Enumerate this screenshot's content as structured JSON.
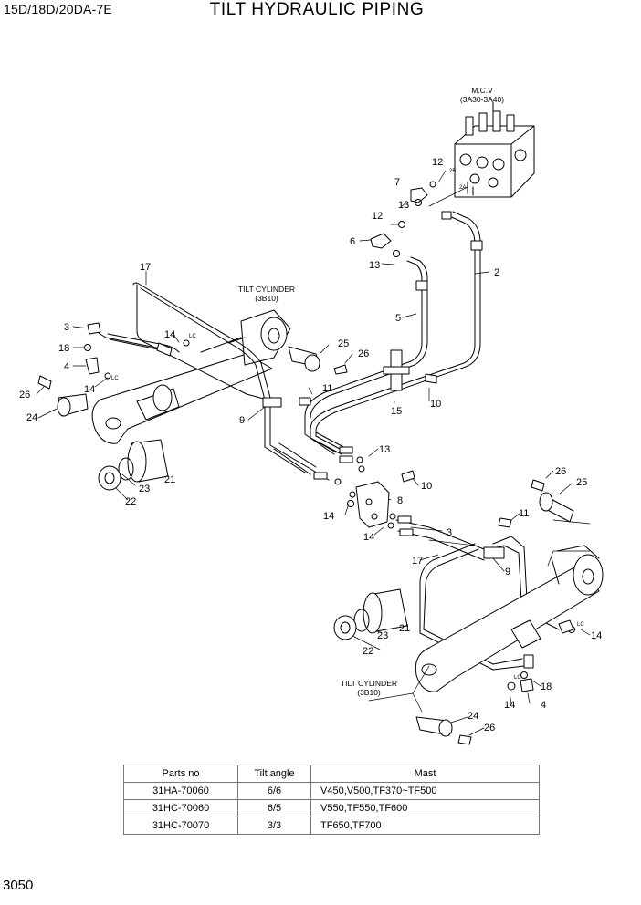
{
  "header": {
    "model": "15D/18D/20DA-7E",
    "title": "TILT HYDRAULIC PIPING"
  },
  "page_number": "3050",
  "labels": {
    "mcv": "M.C.V",
    "mcv_ref": "(3A30-3A40)",
    "tilt_cyl_1": "TILT CYLINDER",
    "tilt_cyl_1_ref": "(3B10)",
    "tilt_cyl_2": "TILT CYLINDER",
    "tilt_cyl_2_ref": "(3B10)",
    "port_2b": "2B",
    "port_2a": "2A",
    "tag_lc": "LC"
  },
  "callouts": [
    "2",
    "3",
    "4",
    "5",
    "6",
    "7",
    "8",
    "9",
    "10",
    "11",
    "12",
    "13",
    "14",
    "15",
    "17",
    "18",
    "21",
    "22",
    "23",
    "24",
    "25",
    "26"
  ],
  "table": {
    "headers": [
      "Parts no",
      "Tilt angle",
      "Mast"
    ],
    "rows": [
      [
        "31HA-70060",
        "6/6",
        "V450,V500,TF370~TF500"
      ],
      [
        "31HC-70060",
        "6/5",
        "V550,TF550,TF600"
      ],
      [
        "31HC-70070",
        "3/3",
        "TF650,TF700"
      ]
    ]
  }
}
